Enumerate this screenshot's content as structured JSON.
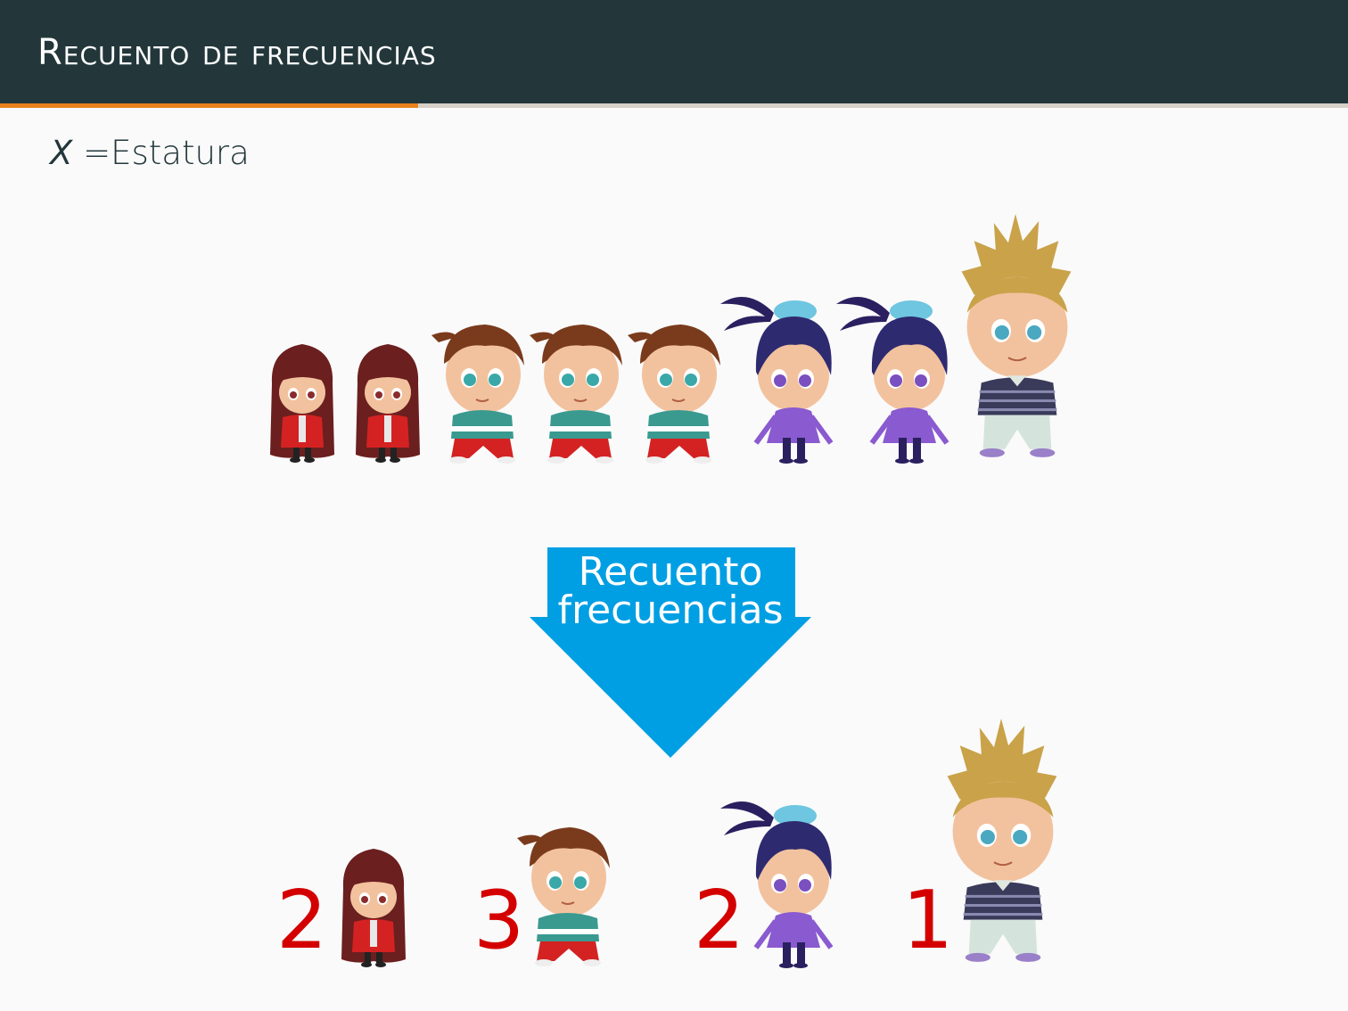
{
  "slide": {
    "title": "Recuento de frecuencias",
    "variable_symbol": "X",
    "variable_eq": " =Estatura",
    "progress_fraction": 0.31
  },
  "arrow": {
    "line1": "Recuento",
    "line2": "frecuencias",
    "color": "#009fe3"
  },
  "counts": [
    {
      "value": "2",
      "character": "girl-red-dress"
    },
    {
      "value": "3",
      "character": "boy-brown-hair"
    },
    {
      "value": "2",
      "character": "girl-ponytail"
    },
    {
      "value": "1",
      "character": "boy-blond-spiky"
    }
  ],
  "row_characters": [
    "girl-red-dress",
    "girl-red-dress",
    "boy-brown-hair",
    "boy-brown-hair",
    "boy-brown-hair",
    "girl-ponytail",
    "girl-ponytail",
    "boy-blond-spiky"
  ],
  "colors": {
    "header": "#23373b",
    "accent": "#eb811b",
    "count": "#d40000"
  }
}
